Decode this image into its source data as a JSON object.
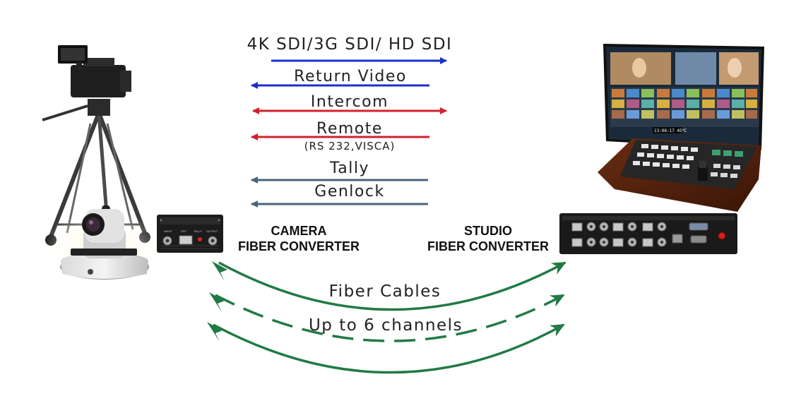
{
  "signals": [
    {
      "label": "4K SDI/3G SDI/ HD SDI",
      "direction": "right",
      "color": "#1a2fd0"
    },
    {
      "label": "Return Video",
      "direction": "left",
      "color": "#1a2fd0"
    },
    {
      "label": "Intercom",
      "direction": "both",
      "color": "#d3212c"
    },
    {
      "label": "Remote",
      "sublabel": "(RS 232,VISCA)",
      "direction": "left",
      "color": "#d3212c"
    },
    {
      "label": "Tally",
      "direction": "left",
      "color": "#4a6478"
    },
    {
      "label": "Genlock",
      "direction": "left",
      "color": "#4a6478"
    }
  ],
  "camera_converter": {
    "line1": "CAMERA",
    "line2": "FIBER CONVERTER",
    "port_labels": [
      "INPUT",
      "SFP",
      "TALLY",
      "OUTPUT"
    ]
  },
  "studio_converter": {
    "line1": "STUDIO",
    "line2": "FIBER CONVERTER"
  },
  "fiber": {
    "label1": "Fiber Cables",
    "label2": "Up to 6 channels",
    "color": "#217a46"
  },
  "studio_screen": {
    "clock": "13:06:17 45℃"
  },
  "icons": [
    "broadcast-camera-icon",
    "ptz-camera-icon",
    "camera-fiber-converter-icon",
    "studio-fiber-converter-icon",
    "video-switcher-icon"
  ]
}
